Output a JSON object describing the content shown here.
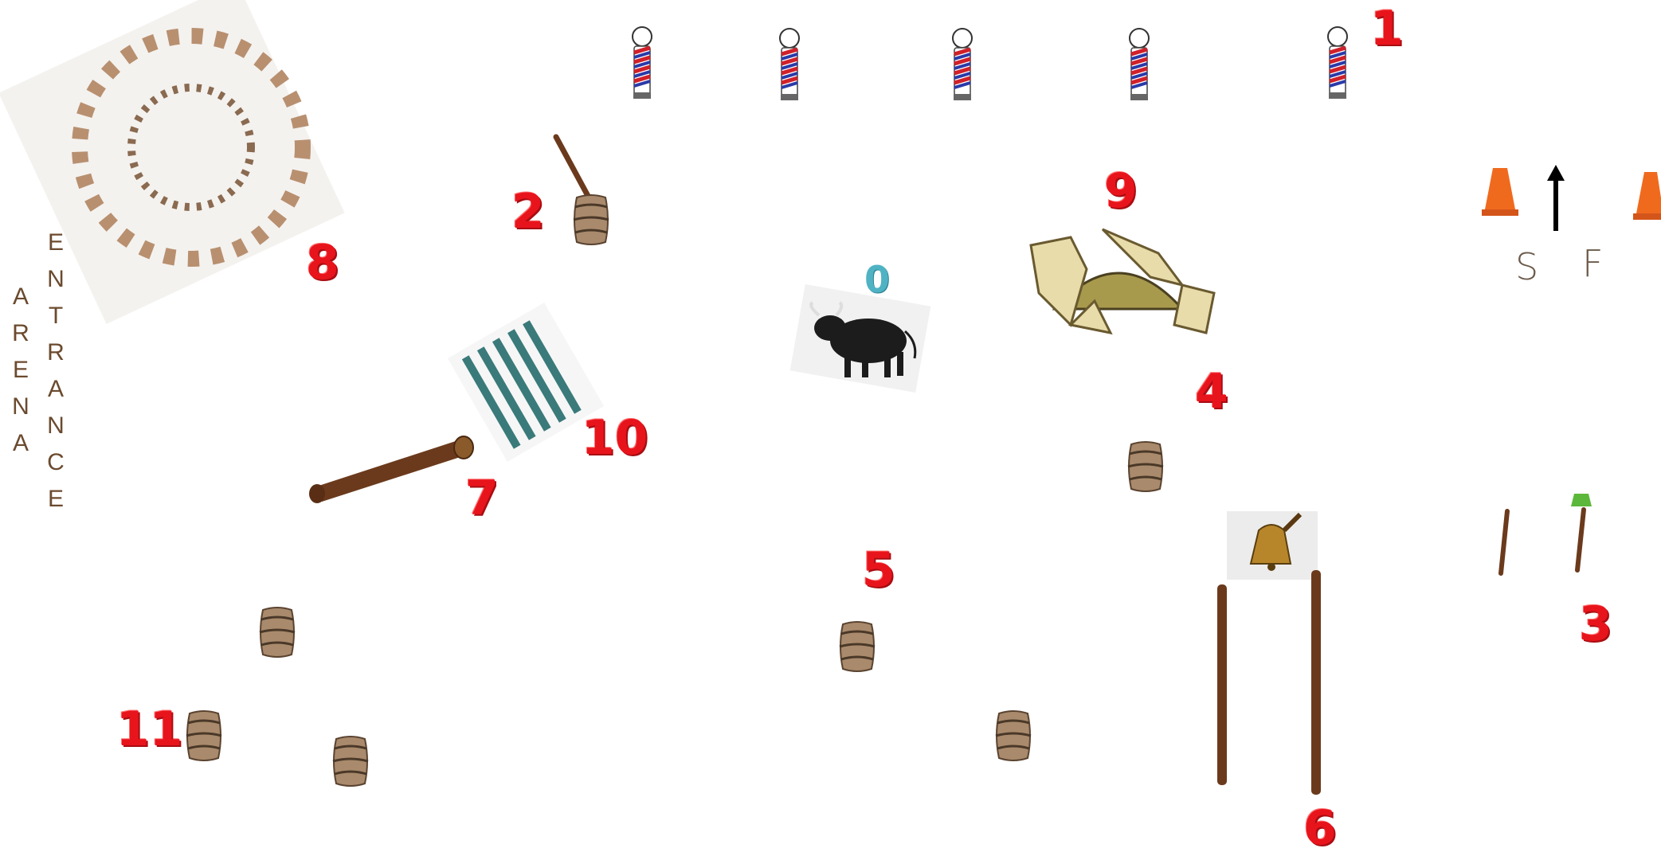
{
  "arena": {
    "word1": "ARENA",
    "word2": "ENTRANCE",
    "color": "#6b4a2e"
  },
  "start_finish": {
    "start": "S",
    "finish": "F"
  },
  "obstacle_numbers": {
    "n0": "0",
    "n1": "1",
    "n2": "2",
    "n3": "3",
    "n4": "4",
    "n5": "5",
    "n6": "6",
    "n7": "7",
    "n8": "8",
    "n9": "9",
    "n10": "10",
    "n11": "11"
  },
  "colors": {
    "number_red": "#e8141c",
    "number_zero_teal": "#4fb3c4",
    "pole_brown": "#6b3a1c",
    "cone_orange": "#f06a1e"
  },
  "icons": [
    "barber-pole-icon",
    "barrel-icon",
    "bull-icon",
    "bridge-icon",
    "gate-icon",
    "log-icon",
    "bell-icon",
    "cone-icon",
    "arrow-up-icon",
    "pole-icon",
    "rabbit-circle-icon"
  ]
}
